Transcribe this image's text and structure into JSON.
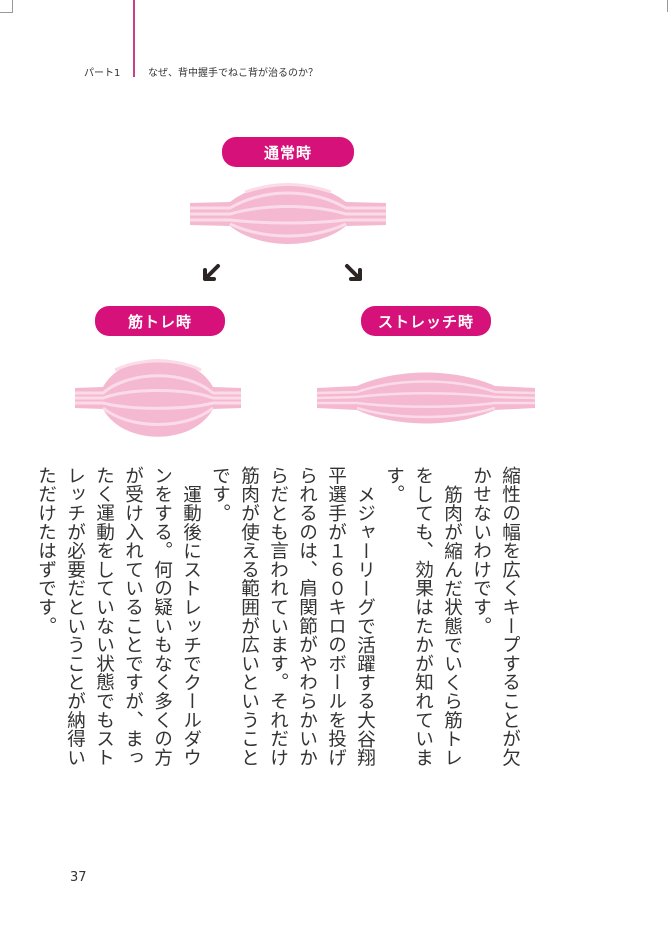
{
  "header": {
    "part": "パート1",
    "title": "なぜ、背中握手でねこ背が治るのか？"
  },
  "diagram": {
    "colors": {
      "label_bg": "#d6127a",
      "muscle": "#f4b8d0",
      "stripe": "#fbdbe8",
      "arrow": "#2b2524"
    },
    "normal": {
      "label": "通常時"
    },
    "training": {
      "label": "筋トレ時"
    },
    "stretch": {
      "label": "ストレッチ時"
    },
    "arrows": [
      "arrow-down-left",
      "arrow-down-right"
    ]
  },
  "body": {
    "paragraphs": [
      "縮性の幅を広くキープすることが欠かせないわけです。",
      "筋肉が縮んだ状態でいくら筋トレをしても、効果はたかが知れています。",
      "メジャーリーグで活躍する大谷翔平選手が１６０キロのボールを投げられるのは、肩関節がやわらかいからだとも言われています。それだけ筋肉が使える範囲が広いということです。",
      "運動後にストレッチでクールダウンをする。何の疑いもなく多くの方が受け入れていることですが、まったく運動をしていない状態でもストレッチが必要だということが納得いただけたはずです。"
    ]
  },
  "footer": {
    "page_number": "37"
  }
}
